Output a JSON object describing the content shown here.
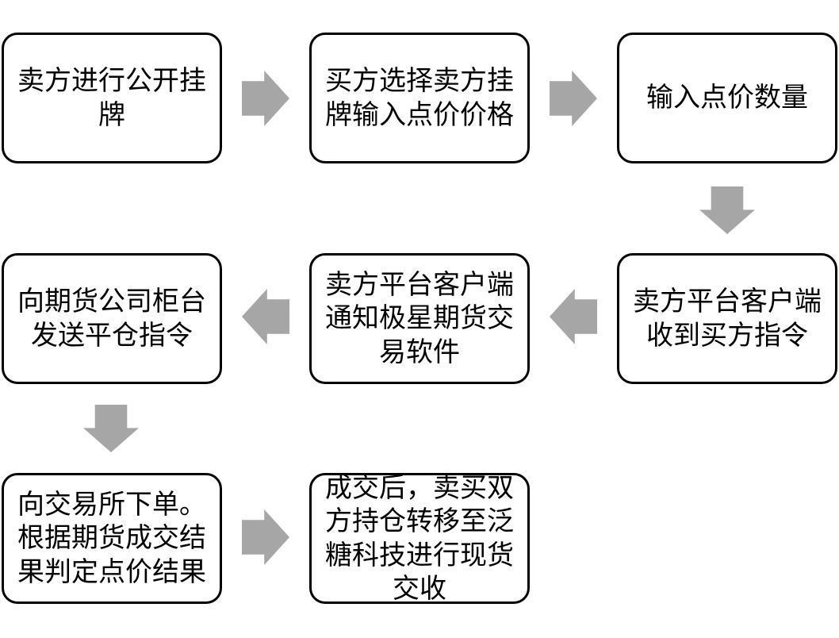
{
  "diagram": {
    "type": "flowchart",
    "background_color": "#ffffff",
    "node_border_color": "#000000",
    "node_fill_color": "#ffffff",
    "arrow_color": "#a6a6a6",
    "nodes": [
      {
        "id": "step-1",
        "row": 1,
        "col": 1,
        "text": "卖方进行公开挂牌"
      },
      {
        "id": "step-2",
        "row": 1,
        "col": 2,
        "text": "买方选择卖方挂牌输入点价价格"
      },
      {
        "id": "step-3",
        "row": 1,
        "col": 3,
        "text": "输入点价数量"
      },
      {
        "id": "step-4",
        "row": 2,
        "col": 3,
        "text": "卖方平台客户端收到买方指令"
      },
      {
        "id": "step-5",
        "row": 2,
        "col": 2,
        "text": "卖方平台客户端通知极星期货交易软件"
      },
      {
        "id": "step-6",
        "row": 2,
        "col": 1,
        "text": "向期货公司柜台发送平仓指令"
      },
      {
        "id": "step-7",
        "row": 3,
        "col": 1,
        "text": "向交易所下单。根据期货成交结果判定点价结果"
      },
      {
        "id": "step-8",
        "row": 3,
        "col": 2,
        "text": "成交后，卖买双方持仓转移至泛糖科技进行现货交收"
      }
    ],
    "connections": [
      {
        "from": "step-1",
        "to": "step-2",
        "direction": "right"
      },
      {
        "from": "step-2",
        "to": "step-3",
        "direction": "right"
      },
      {
        "from": "step-3",
        "to": "step-4",
        "direction": "down"
      },
      {
        "from": "step-4",
        "to": "step-5",
        "direction": "left"
      },
      {
        "from": "step-5",
        "to": "step-6",
        "direction": "left"
      },
      {
        "from": "step-6",
        "to": "step-7",
        "direction": "down"
      },
      {
        "from": "step-7",
        "to": "step-8",
        "direction": "right"
      }
    ]
  }
}
